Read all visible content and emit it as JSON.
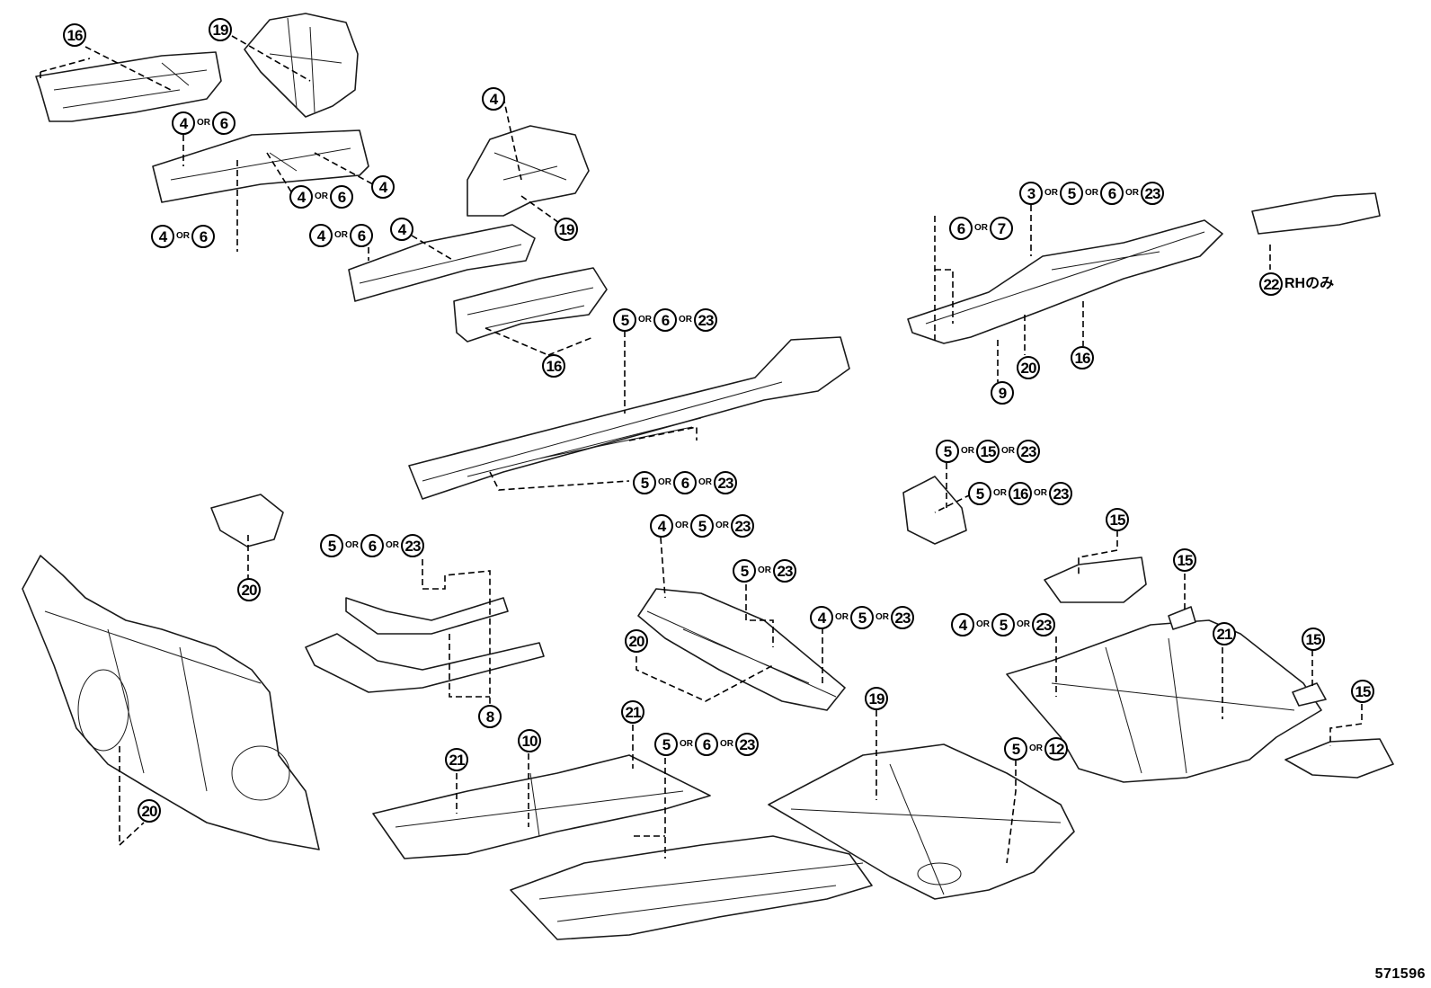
{
  "diagram": {
    "catalog_number": "571596",
    "separator": "OR",
    "callouts": [
      {
        "id": "c-top-left-16",
        "parts": [
          "16"
        ]
      },
      {
        "id": "c-top-19",
        "parts": [
          "19"
        ]
      },
      {
        "id": "c-4-or-6-a",
        "parts": [
          "4",
          "6"
        ]
      },
      {
        "id": "c-4-a",
        "parts": [
          "4"
        ]
      },
      {
        "id": "c-4-or-6-b",
        "parts": [
          "4",
          "6"
        ]
      },
      {
        "id": "c-4-or-6-c",
        "parts": [
          "4",
          "6"
        ]
      },
      {
        "id": "c-4-or-6-d",
        "parts": [
          "4",
          "6"
        ]
      },
      {
        "id": "c-4-b",
        "parts": [
          "4"
        ]
      },
      {
        "id": "c-4-c",
        "parts": [
          "4"
        ]
      },
      {
        "id": "c-19-mid",
        "parts": [
          "19"
        ]
      },
      {
        "id": "c-16-mid",
        "parts": [
          "16"
        ]
      },
      {
        "id": "c-5-6-23-a",
        "parts": [
          "5",
          "6",
          "23"
        ]
      },
      {
        "id": "c-5-6-23-b",
        "parts": [
          "5",
          "6",
          "23"
        ]
      },
      {
        "id": "c-3-5-6-23",
        "parts": [
          "3",
          "5",
          "6",
          "23"
        ]
      },
      {
        "id": "c-6-or-7",
        "parts": [
          "6",
          "7"
        ]
      },
      {
        "id": "c-22",
        "parts": [
          "22"
        ],
        "note": "RHのみ"
      },
      {
        "id": "c-9",
        "parts": [
          "9"
        ]
      },
      {
        "id": "c-20-right",
        "parts": [
          "20"
        ]
      },
      {
        "id": "c-16-right",
        "parts": [
          "16"
        ]
      },
      {
        "id": "c-5-15-23",
        "parts": [
          "5",
          "15",
          "23"
        ]
      },
      {
        "id": "c-5-16-23",
        "parts": [
          "5",
          "16",
          "23"
        ]
      },
      {
        "id": "c-20-left",
        "parts": [
          "20"
        ]
      },
      {
        "id": "c-5-6-23-c",
        "parts": [
          "5",
          "6",
          "23"
        ]
      },
      {
        "id": "c-8",
        "parts": [
          "8"
        ]
      },
      {
        "id": "c-4-5-23-a",
        "parts": [
          "4",
          "5",
          "23"
        ]
      },
      {
        "id": "c-5-or-23",
        "parts": [
          "5",
          "23"
        ]
      },
      {
        "id": "c-4-5-23-b",
        "parts": [
          "4",
          "5",
          "23"
        ]
      },
      {
        "id": "c-20-mid",
        "parts": [
          "20"
        ]
      },
      {
        "id": "c-15-a",
        "parts": [
          "15"
        ]
      },
      {
        "id": "c-15-b",
        "parts": [
          "15"
        ]
      },
      {
        "id": "c-4-5-23-c",
        "parts": [
          "4",
          "5",
          "23"
        ]
      },
      {
        "id": "c-21-right",
        "parts": [
          "21"
        ]
      },
      {
        "id": "c-15-c",
        "parts": [
          "15"
        ]
      },
      {
        "id": "c-15-d",
        "parts": [
          "15"
        ]
      },
      {
        "id": "c-19-bottom",
        "parts": [
          "19"
        ]
      },
      {
        "id": "c-5-or-12",
        "parts": [
          "5",
          "12"
        ]
      },
      {
        "id": "c-21-a",
        "parts": [
          "21"
        ]
      },
      {
        "id": "c-10",
        "parts": [
          "10"
        ]
      },
      {
        "id": "c-21-b",
        "parts": [
          "21"
        ]
      },
      {
        "id": "c-5-6-23-d",
        "parts": [
          "5",
          "6",
          "23"
        ]
      },
      {
        "id": "c-20-bottom",
        "parts": [
          "20"
        ]
      }
    ]
  }
}
